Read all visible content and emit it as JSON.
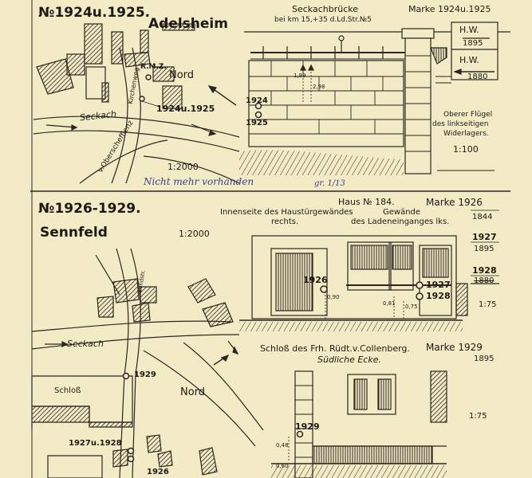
{
  "upper": {
    "number": "№1924u.1925.",
    "place": "Adelsheim",
    "north": "Nord",
    "river": "Seckach",
    "street1": "Kirchenweg",
    "street2": "v.Oberschefflenz",
    "rmz": "R.M.Z.",
    "map_mark": "1924u.1925",
    "map_scale": "1:2000",
    "note": "Nicht mehr vorhanden",
    "note_sig": "gr. 1/13",
    "bridge_title": "Seckachbrücke",
    "bridge_loc": "bei km 15,+35 d.Ld.Str.№5",
    "marke": "Marke 1924u.1925",
    "hw1_label": "H.W.",
    "hw1_year": "1895",
    "hw2_label": "H.W.",
    "hw2_year": "1880",
    "dim1": "1,89",
    "dim2": "2,98",
    "mark_a": "1924",
    "mark_b": "1925",
    "wing_lines": [
      "Oberer Flügel",
      "des linkseitigen",
      "Widerlagers."
    ],
    "elev_scale": "1:100"
  },
  "lower": {
    "number": "№1926-1929.",
    "place": "Sennfeld",
    "map_scale": "1:2000",
    "house_title": "Haus № 184.",
    "marke": "Marke 1926",
    "house_line1": "Innenseite des Haustürgewändes",
    "house_line2": "rechts.",
    "gewaende1": "Gewände",
    "gewaende2": "des Ladeneinganges lks.",
    "years_right": [
      "1844",
      "1927",
      "1895",
      "1928",
      "1880"
    ],
    "mark_1926": "1926",
    "mark_1927": "1927",
    "mark_1928": "1928",
    "dim_090": "0,90",
    "dim_081": "0,81",
    "dim_075": "0,75",
    "scale_175a": "1:75",
    "street": "Landstr.",
    "river": "Seckach",
    "map_1929": "1929",
    "schloss": "Schloß",
    "north": "Nord",
    "map_1927_1928": "1927u.1928",
    "map_1926": "1926",
    "schloss_title": "Schloß des Frh. Rüdt.v.Collenberg.",
    "marke2": "Marke 1929",
    "marke2_year": "1895",
    "suedliche": "Südliche Ecke.",
    "scale_175b": "1:75",
    "mark_1929": "1929",
    "dim_048": "0,48",
    "dim_060": "0,60"
  }
}
